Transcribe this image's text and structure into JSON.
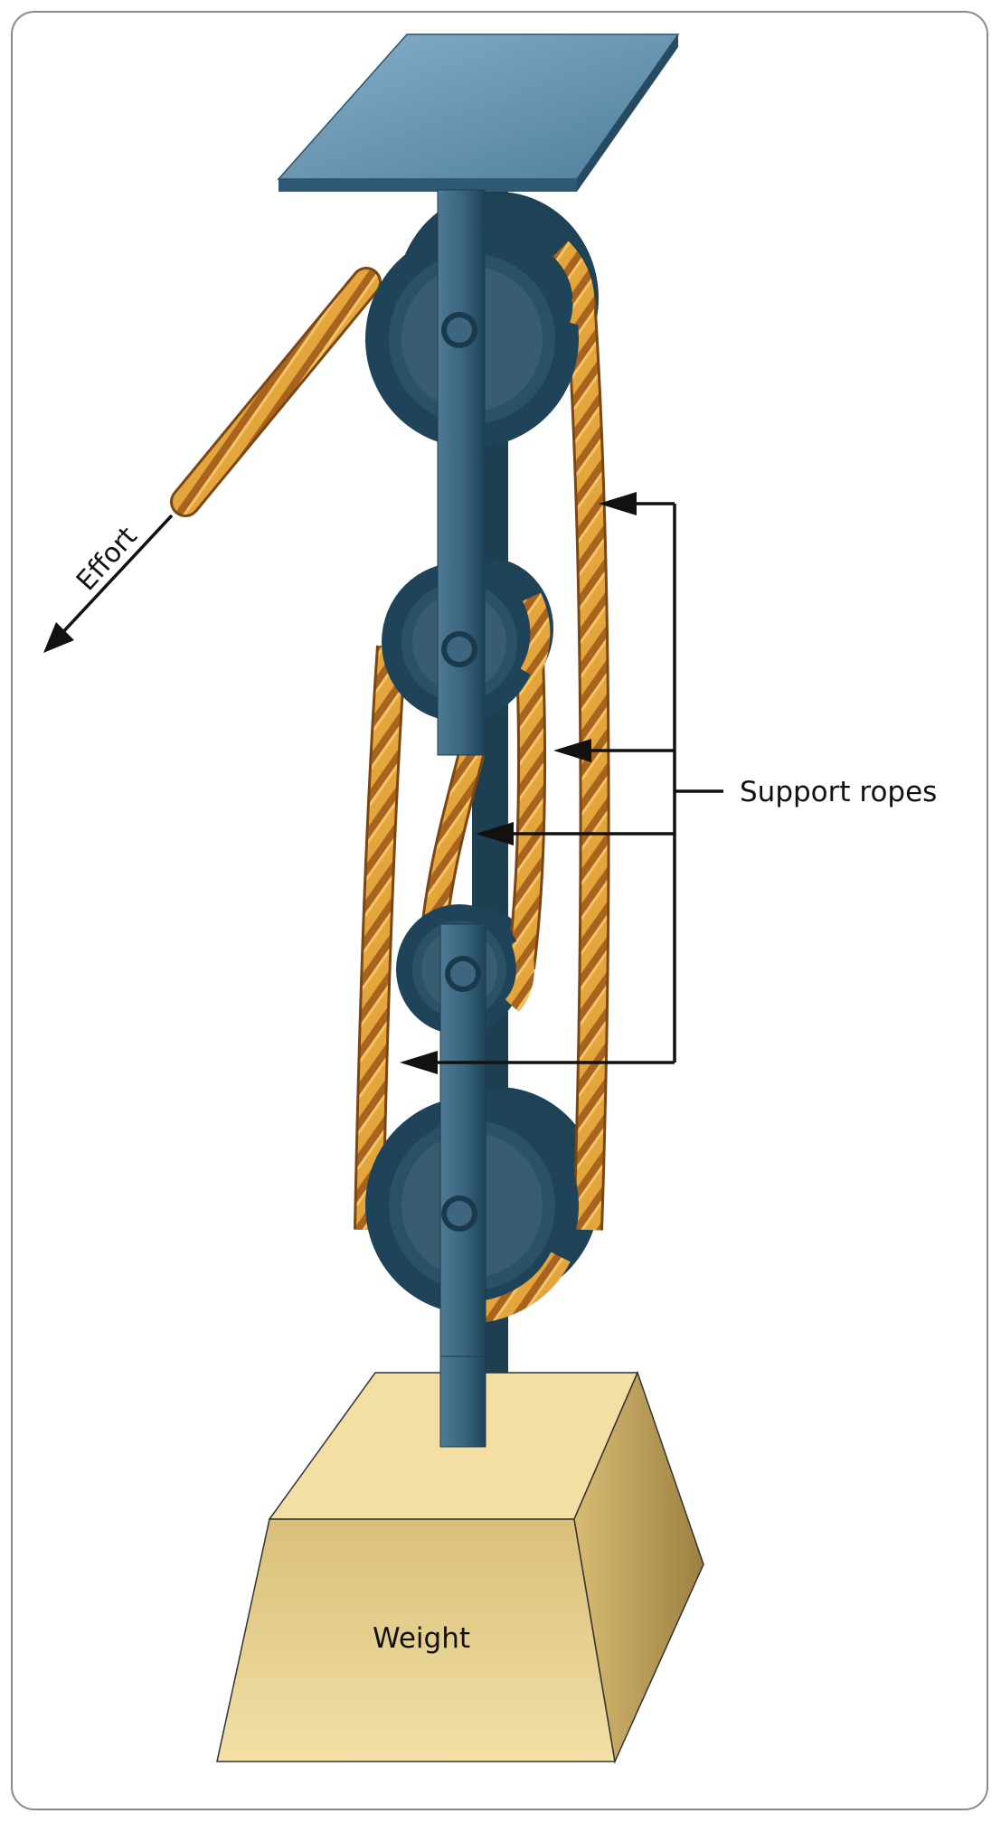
{
  "labels": {
    "effort": "Effort",
    "support_ropes": "Support ropes",
    "weight": "Weight"
  },
  "colors": {
    "pulley_dark": "#1f4459",
    "pulley_mid": "#2d5a72",
    "pulley_face": "#385d70",
    "strap": "#3c6780",
    "plate_top": "#6f9bb8",
    "rope_main": "#e0a33a",
    "rope_dark": "#9a5a1c",
    "weight_top": "#f3dfa3",
    "weight_front": "#e8cf8c",
    "weight_side": "#c2a662",
    "arrow": "#111111"
  }
}
